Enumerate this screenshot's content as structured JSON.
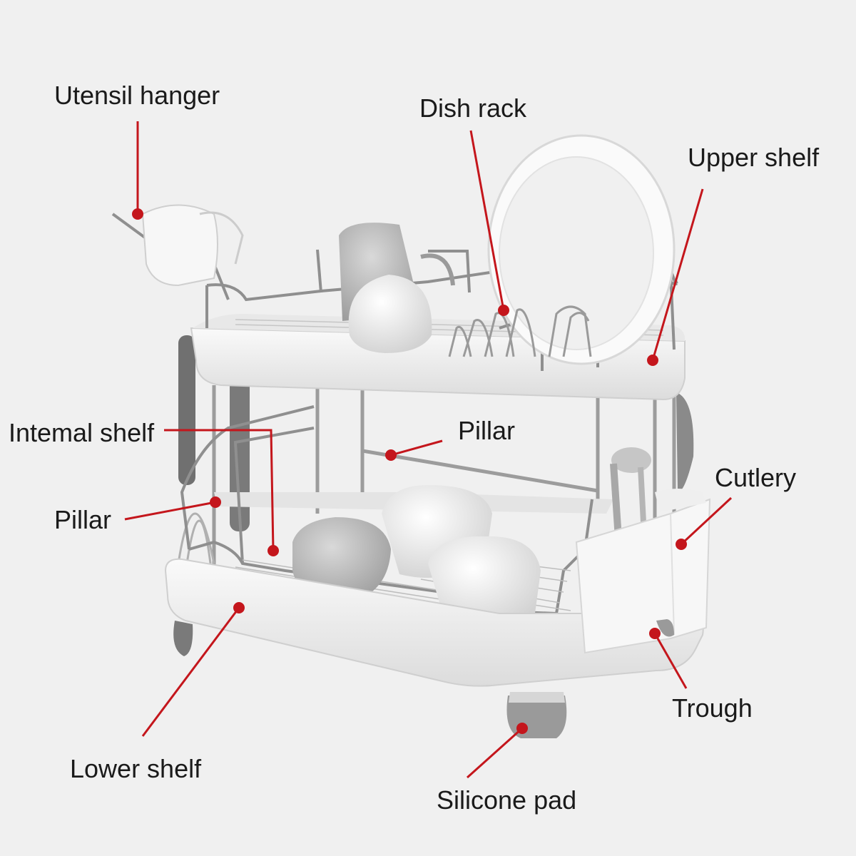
{
  "accent_color": "#c4161c",
  "labels": {
    "utensil_hanger": "Utensil hanger",
    "dish_rack": "Dish rack",
    "upper_shelf": "Upper shelf",
    "internal_shelf": "Intemal shelf",
    "pillar_center": "Pillar",
    "pillar_left": "Pillar",
    "cutlery": "Cutlery",
    "trough": "Trough",
    "lower_shelf": "Lower shelf",
    "silicone_pad": "Silicone pad"
  }
}
